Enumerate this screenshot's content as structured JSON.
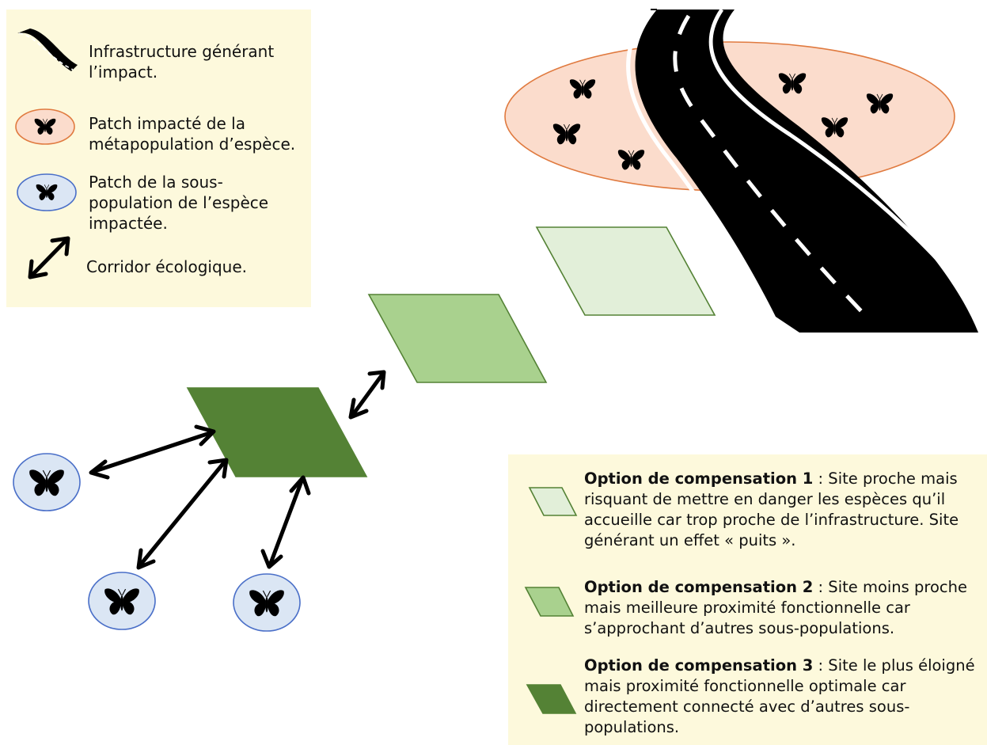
{
  "legend": {
    "infrastructure": "Infrastructure générant l’impact.",
    "impacted_patch": "Patch impacté de la métapopulation d’espèce.",
    "subpopulation_patch": "Patch de la sous-population de l’espèce impactée.",
    "corridor": "Corridor écologique."
  },
  "options": [
    {
      "title": "Option de compensation 1",
      "description": " : Site proche mais risquant de mettre en danger les espèces qu’il accueille car trop proche de l’infrastructure. Site générant un effet « puits »."
    },
    {
      "title": "Option de compensation 2",
      "description": " : Site moins proche mais meilleure proximité fonctionnelle car s’approchant d’autres sous-populations."
    },
    {
      "title": "Option de compensation 3",
      "description": " : Site le plus éloigné mais proximité fonctionnelle optimale car directement connecté avec d’autres sous-populations."
    }
  ],
  "colors": {
    "panel_background": "#fdf9dc",
    "impacted_patch_fill": "#fbdccc",
    "impacted_patch_stroke": "#e07a3f",
    "subpopulation_fill": "#dbe6f4",
    "subpopulation_stroke": "#4a6fc8",
    "option1_fill": "#e2efd9",
    "option2_fill": "#a9d18e",
    "option3_fill": "#548235",
    "option_stroke": "#548235",
    "road": "#000000"
  },
  "icons": {
    "butterfly": "butterfly-icon",
    "road": "road-icon",
    "corridor": "double-arrow-icon"
  }
}
